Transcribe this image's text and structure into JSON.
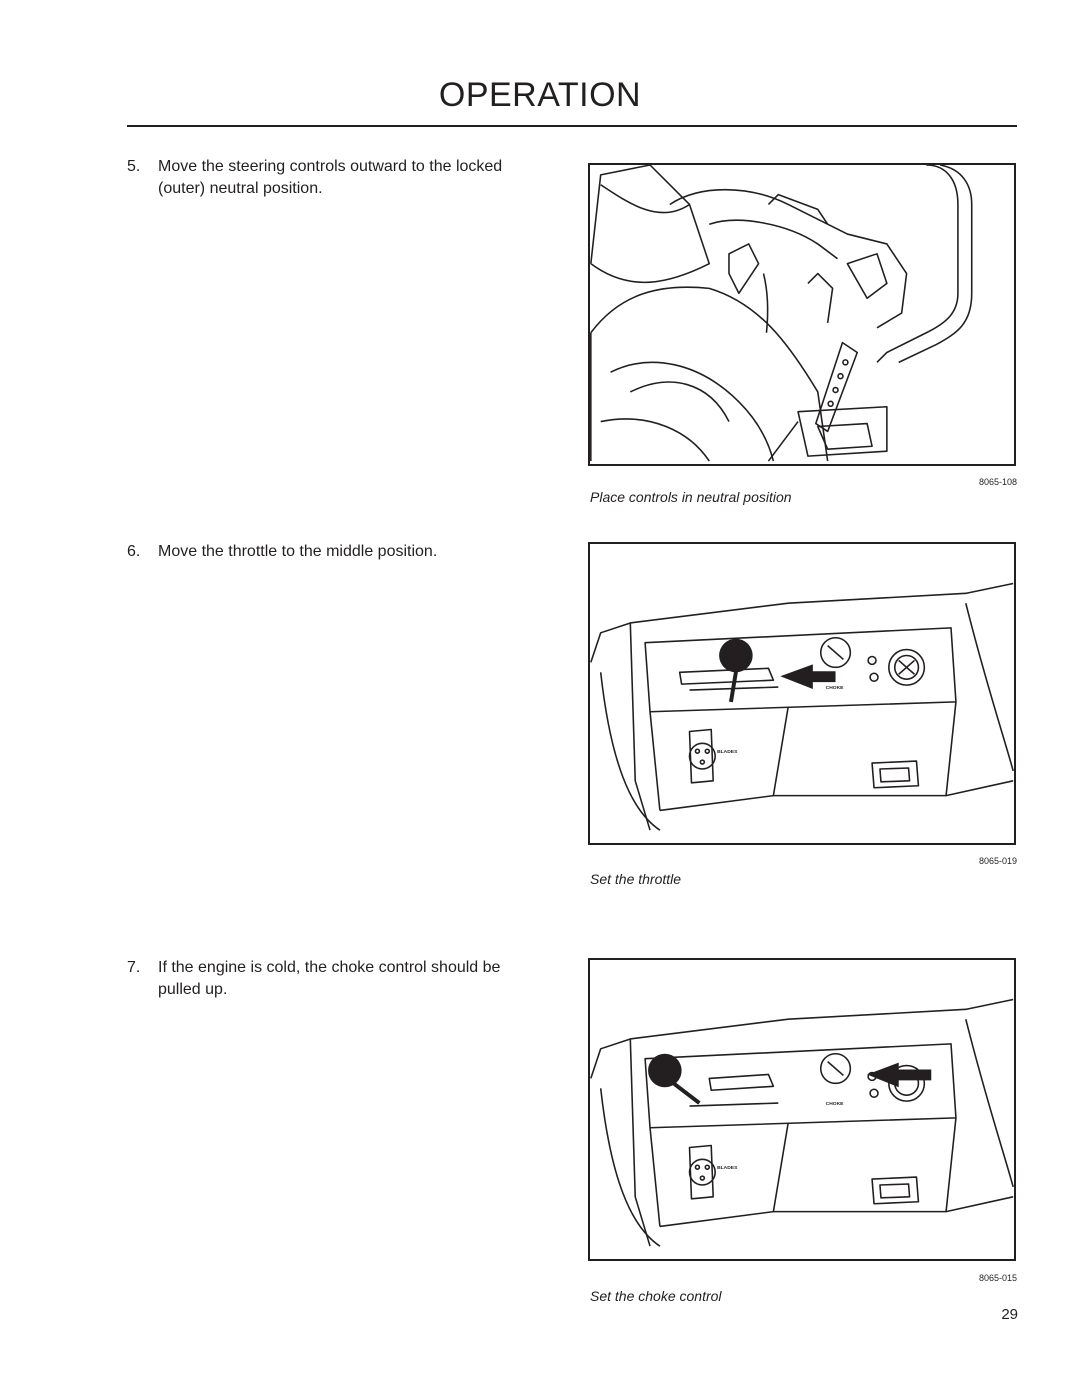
{
  "header": {
    "title": "OPERATION"
  },
  "steps": [
    {
      "number": "5.",
      "text": "Move the steering controls outward to the locked (outer) neutral position."
    },
    {
      "number": "6.",
      "text": "Move the throttle to the middle position."
    },
    {
      "number": "7.",
      "text": "If the engine is cold, the choke control should be pulled up."
    }
  ],
  "figures": [
    {
      "code": "8065-108",
      "caption": "Place controls in neutral position",
      "icon": "steering-controls-illustration"
    },
    {
      "code": "8065-019",
      "caption": "Set the throttle",
      "icon": "throttle-panel-illustration",
      "labels": {
        "choke": "CHOKE",
        "blades": "BLADES"
      }
    },
    {
      "code": "8065-015",
      "caption": "Set the choke control",
      "icon": "choke-panel-illustration",
      "labels": {
        "choke": "CHOKE",
        "blades": "BLADES"
      }
    }
  ],
  "footer": {
    "page_number": "29"
  }
}
